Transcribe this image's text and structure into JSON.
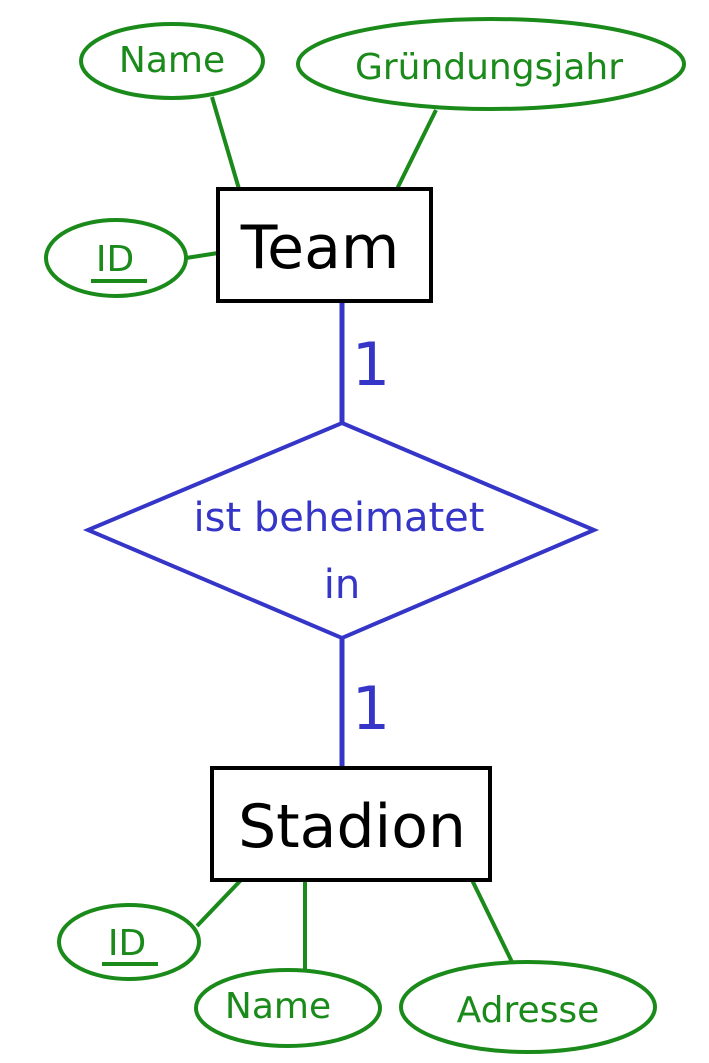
{
  "colors": {
    "attribute": "#1a8a1a",
    "relationship": "#3535c8",
    "entity": "#000000"
  },
  "team": {
    "label": "Team",
    "attributes": {
      "name": "Name",
      "founding_year": "Gründungsjahr",
      "id": "ID"
    }
  },
  "relationship": {
    "label_line1": "ist beheimatet",
    "label_line2": "in",
    "cardinality_top": "1",
    "cardinality_bottom": "1"
  },
  "stadion": {
    "label": "Stadion",
    "attributes": {
      "id": "ID",
      "name": "Name",
      "address": "Adresse"
    }
  }
}
